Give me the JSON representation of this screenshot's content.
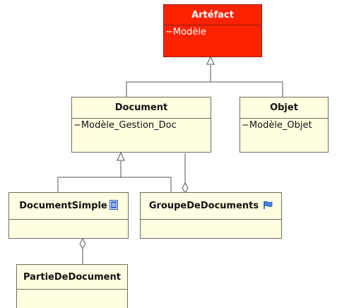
{
  "colors": {
    "class_fill": "#ffffe1",
    "highlight_fill": "#ff2200",
    "border": "#6e6e5a",
    "connector": "#555555"
  },
  "classes": {
    "artefact": {
      "name": "Artéfact",
      "attribute": "−Modèle"
    },
    "document": {
      "name": "Document",
      "attribute": "−Modèle_Gestion_Doc"
    },
    "objet": {
      "name": "Objet",
      "attribute": "−Modèle_Objet"
    },
    "document_simple": {
      "name": "DocumentSimple",
      "icon": "document-icon"
    },
    "groupe_de_documents": {
      "name": "GroupeDeDocuments",
      "icon": "flag-icon"
    },
    "partie_de_document": {
      "name": "PartieDeDocument"
    }
  }
}
